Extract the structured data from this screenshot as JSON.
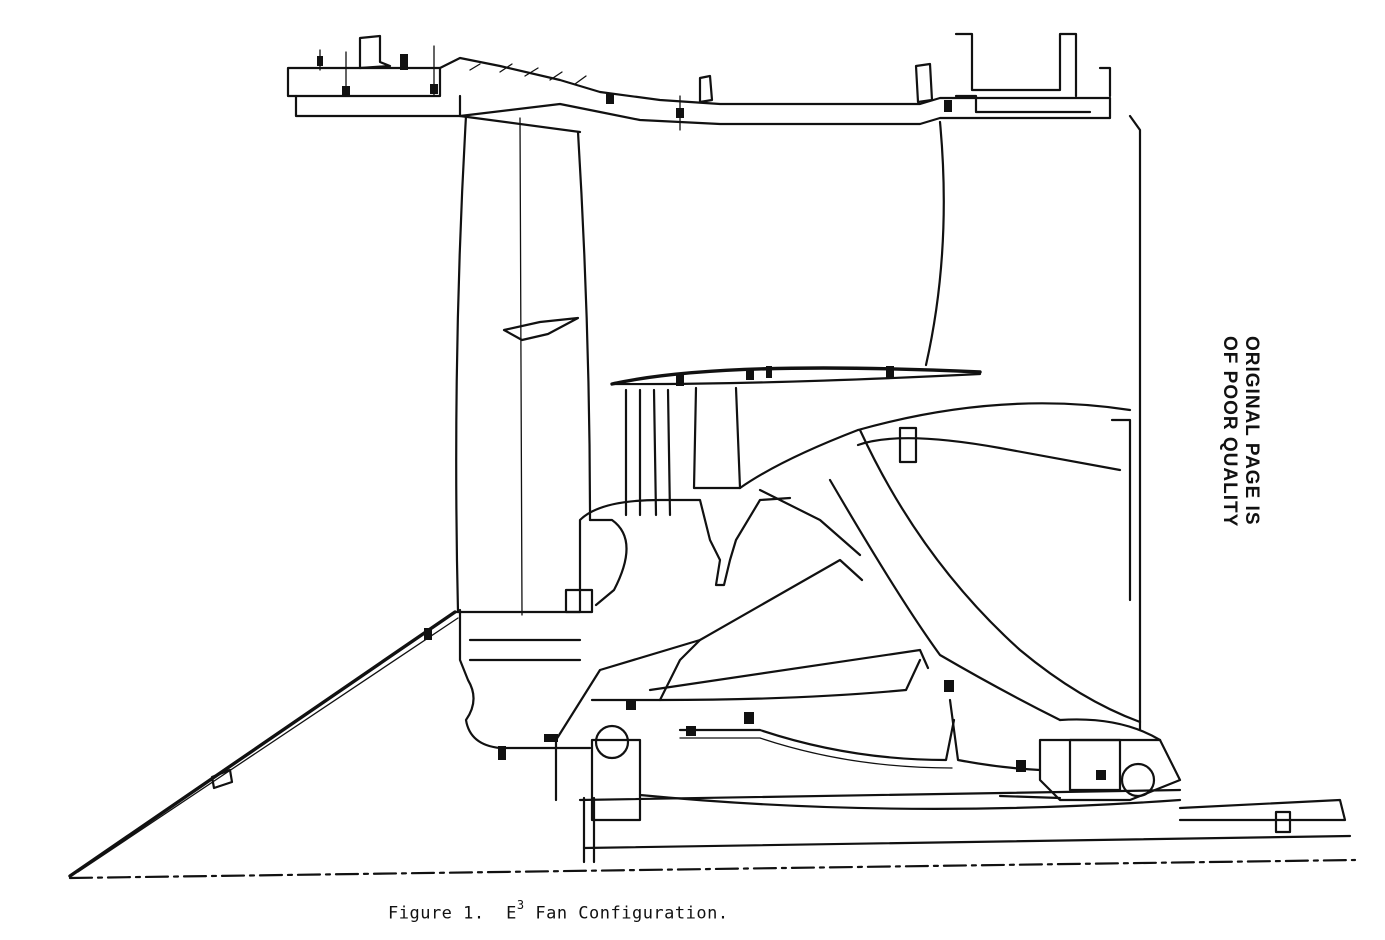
{
  "figure": {
    "caption_prefix": "Figure 1.",
    "caption_e": "E",
    "caption_sup": "3",
    "caption_suffix": "Fan Configuration."
  },
  "stamp": {
    "line1": "ORIGINAL PAGE IS",
    "line2": "OF POOR QUALITY"
  },
  "icons": {
    "stamp": "text-stamp",
    "drawing": "engineering-cross-section"
  }
}
